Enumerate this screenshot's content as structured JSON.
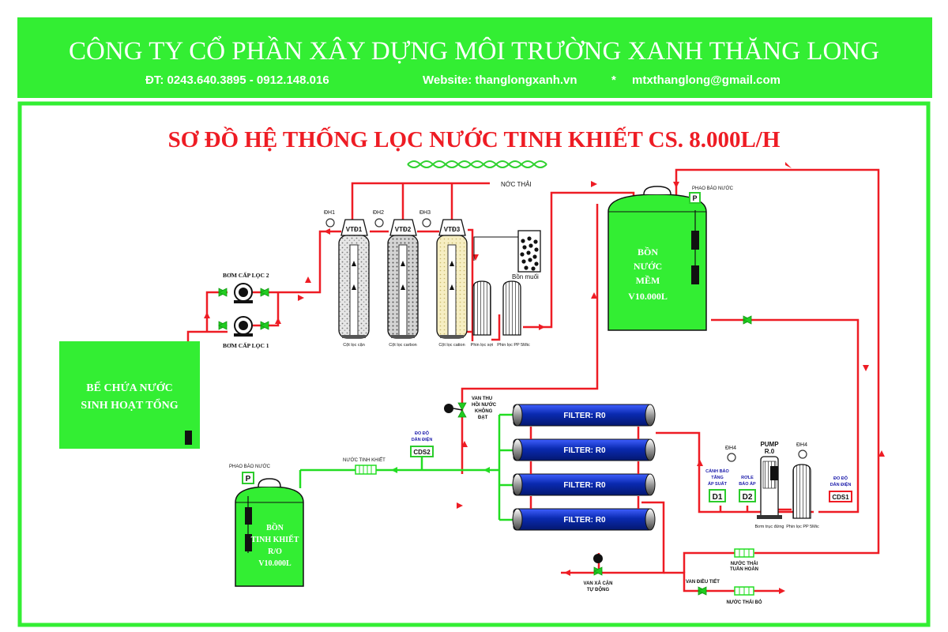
{
  "header": {
    "company": "CÔNG TY CỔ PHẦN XÂY DỰNG MÔI TRƯỜNG XANH THĂNG LONG",
    "phone": "ĐT: 0243.640.3895 - 0912.148.016",
    "website": "Website: thanglongxanh.vn",
    "separator": "*",
    "email": "mtxthanglong@gmail.com"
  },
  "title": "SƠ ĐỒ HỆ THỐNG LỌC NƯỚC TINH KHIẾT CS. 8.000L/H",
  "labels": {
    "waste": "NỚC THẢI",
    "feed_tank_1": "BỂ CHỨA NƯỚC",
    "feed_tank_2": "SINH HOẠT TỔNG",
    "pump1": "BƠM CẤP LỌC 1",
    "pump2": "BƠM CẤP LỌC 2",
    "dh1": "ĐH1",
    "dh2": "ĐH2",
    "dh3": "ĐH3",
    "dh4a": "ĐH4",
    "dh4b": "ĐH4",
    "vtd1": "VTĐ1",
    "vtd2": "VTĐ2",
    "vtd3": "VTĐ3",
    "col1": "Cột lọc cặn",
    "col2": "Cột lọc carbon",
    "col3": "Cột lọc cation",
    "cart1": "Phin lọc sợi",
    "cart2": "Phin lọc PP 5Mic",
    "salt": "Bồn muối",
    "float1": "PHAO BÁO NƯỚC",
    "float2": "PHAO BÁO NƯỚC",
    "float_p1": "P",
    "float_p2": "P",
    "soft1": "BỒN",
    "soft2": "NƯỚC",
    "soft3": "MỀM",
    "soft4": "V10.000L",
    "recov1": "VAN THU",
    "recov2": "HỒI NƯỚC",
    "recov3": "KHÔNG",
    "recov4": "ĐẠT",
    "filters": [
      "FILTER: R0",
      "FILTER: R0",
      "FILTER: R0",
      "FILTER: R0"
    ],
    "cds2_t1": "ĐO ĐỘ",
    "cds2_t2": "DẪN ĐIỆN",
    "cds2": "CDS2",
    "cds1_t1": "ĐO ĐỘ",
    "cds1_t2": "DẪN ĐIỆN",
    "cds1": "CDS1",
    "pure_water": "NƯỚC TINH KHIẾT",
    "pure1": "BỒN",
    "pure2": "TINH KHIẾT",
    "pure3": "R/O",
    "pure4": "V10.000L",
    "d1_t1": "CẢNH BÁO",
    "d1_t2": "TĂNG",
    "d1_t3": "ÁP SUẤT",
    "d1": "D1",
    "d2_t1": "RƠLE",
    "d2_t2": "BÁO ÁP",
    "d2": "D2",
    "pump_ro1": "PUMP",
    "pump_ro2": "R.0",
    "booster": "Bơm trục đứng",
    "cart3": "Phin lọc PP 5Mic",
    "flush1": "VAN XẢ CẶN",
    "flush2": "TỰ ĐỘNG",
    "adjust": "VAN ĐIỀU TIẾT",
    "recirc1": "NƯỚC THẢI",
    "recirc2": "TUẦN HOÀN",
    "discharge": "NƯỚC THẢI BỎ"
  },
  "colors": {
    "brand_green": "#33ee33",
    "pipe_red": "#ee1c24",
    "pipe_green": "#22dd22",
    "filter_blue": "#0a2ab0",
    "label_blue": "#1a1aaa"
  }
}
